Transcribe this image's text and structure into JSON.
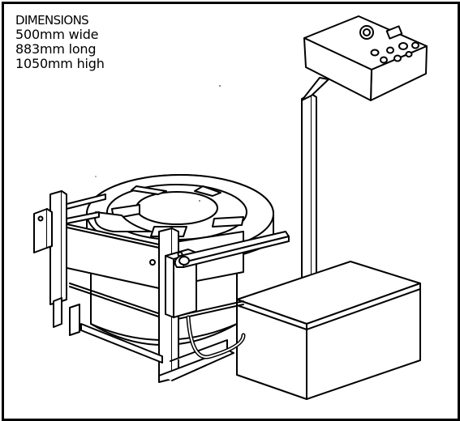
{
  "dimensions": {
    "title": "DIMENSIONS",
    "width": "500mm wide",
    "length": "883mm long",
    "height": "1050mm high"
  },
  "colors": {
    "stroke": "#000000",
    "background": "#ffffff"
  }
}
